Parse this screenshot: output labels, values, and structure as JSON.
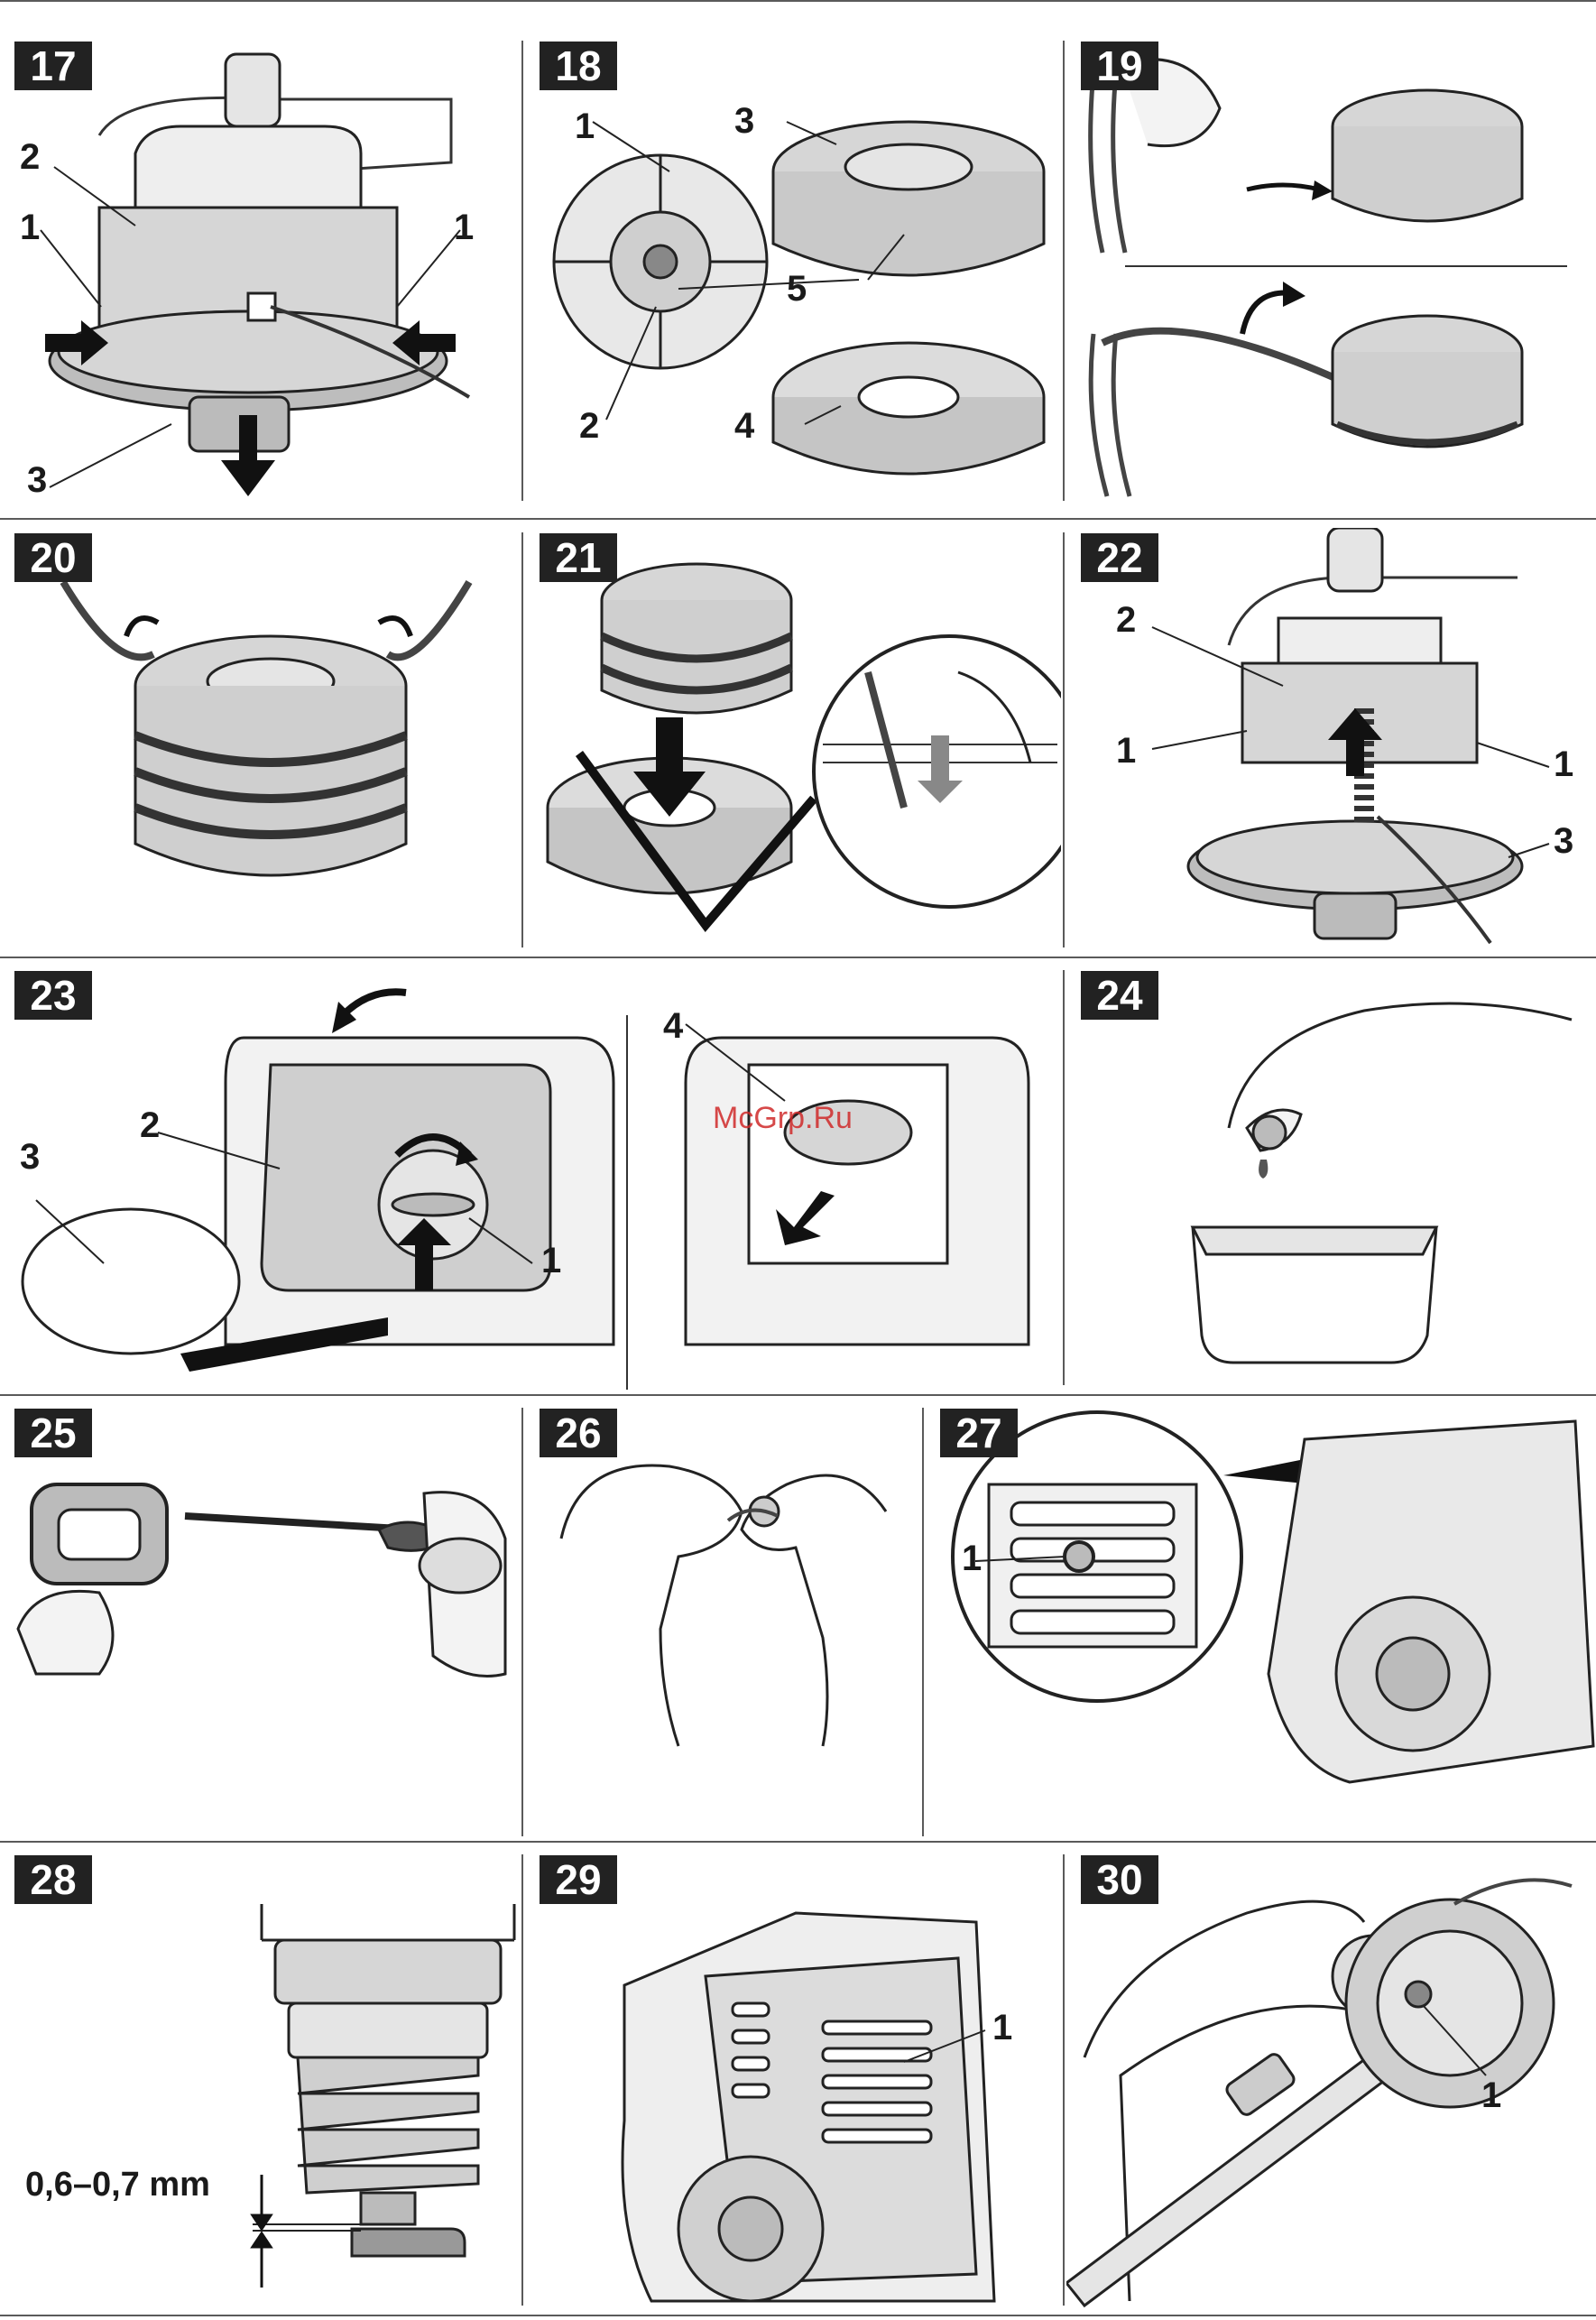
{
  "panels": [
    {
      "number": "17",
      "labels": [
        "2",
        "1",
        "1",
        "3"
      ]
    },
    {
      "number": "18",
      "labels": [
        "1",
        "3",
        "5",
        "2",
        "4"
      ]
    },
    {
      "number": "19",
      "labels": []
    },
    {
      "number": "20",
      "labels": []
    },
    {
      "number": "21",
      "labels": []
    },
    {
      "number": "22",
      "labels": [
        "2",
        "1",
        "1",
        "3"
      ]
    },
    {
      "number": "23",
      "labels": [
        "3",
        "2",
        "1",
        "4"
      ]
    },
    {
      "number": "24",
      "labels": []
    },
    {
      "number": "25",
      "labels": []
    },
    {
      "number": "26",
      "labels": []
    },
    {
      "number": "27",
      "labels": [
        "1"
      ]
    },
    {
      "number": "28",
      "labels": []
    },
    {
      "number": "29",
      "labels": [
        "1"
      ]
    },
    {
      "number": "30",
      "labels": [
        "1"
      ]
    }
  ],
  "spark_gap": "0,6–0,7 mm",
  "watermark": "McGrp.Ru",
  "colors": {
    "frame": "#5a5a5a",
    "badge": "#222222",
    "part_fill": "#d6d6d6",
    "arrow": "#111111",
    "watermark": "#d02a2a"
  }
}
